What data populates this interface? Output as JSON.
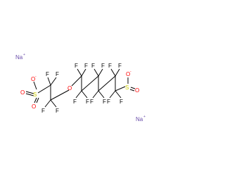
{
  "molecule": {
    "ions": {
      "na1": {
        "label": "Na",
        "charge": "+"
      },
      "na2": {
        "label": "Na",
        "charge": "+"
      }
    },
    "labels": {
      "F": "F",
      "O": "O",
      "S": "S",
      "minus": "-"
    },
    "colors": {
      "oxygen": "#ff0000",
      "sulfur": "#cccc00",
      "sodium": "#6a4eaa",
      "fluorine": "#000000",
      "bond": "#000000",
      "background": "#ffffff"
    }
  }
}
